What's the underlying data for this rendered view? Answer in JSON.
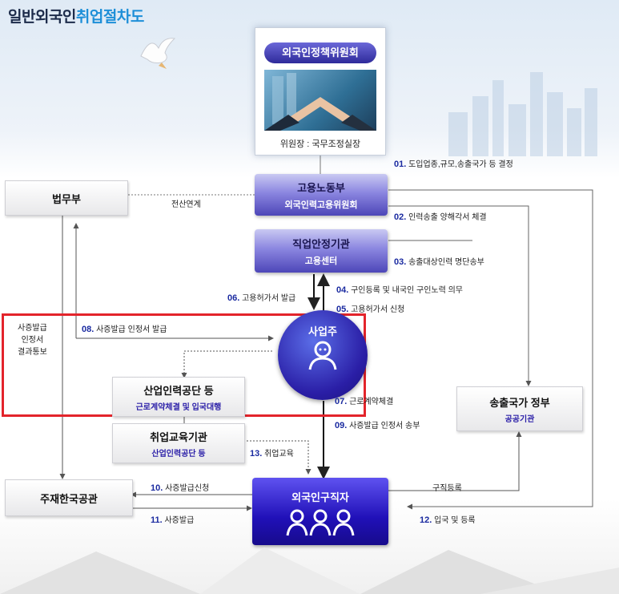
{
  "title": {
    "prefix": "일반외국인",
    "highlight": "취업절차도"
  },
  "commission": {
    "name": "외국인정책위원회",
    "chair": "위원장 : 국무조정실장"
  },
  "nodes": {
    "ministry_of_justice": {
      "name": "법무부"
    },
    "ministry_of_labor": {
      "name": "고용노동부",
      "sub": "외국인력고용위원회"
    },
    "job_center": {
      "name": "직업안정기관",
      "sub": "고용센터"
    },
    "employer": {
      "name": "사업주"
    },
    "hrd_agency": {
      "name": "산업인력공단 등",
      "sub": "근로계약체결 및 입국대행"
    },
    "training_org": {
      "name": "취업교육기관",
      "sub": "산업인력공단 등"
    },
    "sending_gov": {
      "name": "송출국가 정부",
      "sub": "공공기관"
    },
    "embassy": {
      "name": "주재한국공관"
    },
    "job_seeker": {
      "name": "외국인구직자"
    }
  },
  "steps": {
    "s01": {
      "num": "01.",
      "text": "도입업종,규모,송출국가 등 결정"
    },
    "s02": {
      "num": "02.",
      "text": "인력송출 양해각서 체결"
    },
    "s03": {
      "num": "03.",
      "text": "송출대상인력 명단송부"
    },
    "s04": {
      "num": "04.",
      "text": "구인등록 및 내국인 구인노력 의무"
    },
    "s05": {
      "num": "05.",
      "text": "고용허가서 신청"
    },
    "s06": {
      "num": "06.",
      "text": "고용허가서 발급"
    },
    "s07": {
      "num": "07.",
      "text": "근로계약체결"
    },
    "s08": {
      "num": "08.",
      "text": "사증발급 인정서 발급"
    },
    "s09": {
      "num": "09.",
      "text": "사증발급 인정서 송부"
    },
    "s10": {
      "num": "10.",
      "text": "사증발급신청"
    },
    "s11": {
      "num": "11.",
      "text": "사증발급"
    },
    "s12": {
      "num": "12.",
      "text": "입국 및 등록"
    },
    "s13": {
      "num": "13.",
      "text": "취업교육"
    }
  },
  "labels": {
    "online_link": "전산연계",
    "job_registration": "구직등록",
    "visa_notice": [
      "사증발급",
      "인정서",
      "결과통보"
    ]
  },
  "colors": {
    "accent": "#1e8fd8",
    "step_number": "#1a2aa0",
    "highlight_box": "#e3242b",
    "primary": "#2010b8"
  }
}
